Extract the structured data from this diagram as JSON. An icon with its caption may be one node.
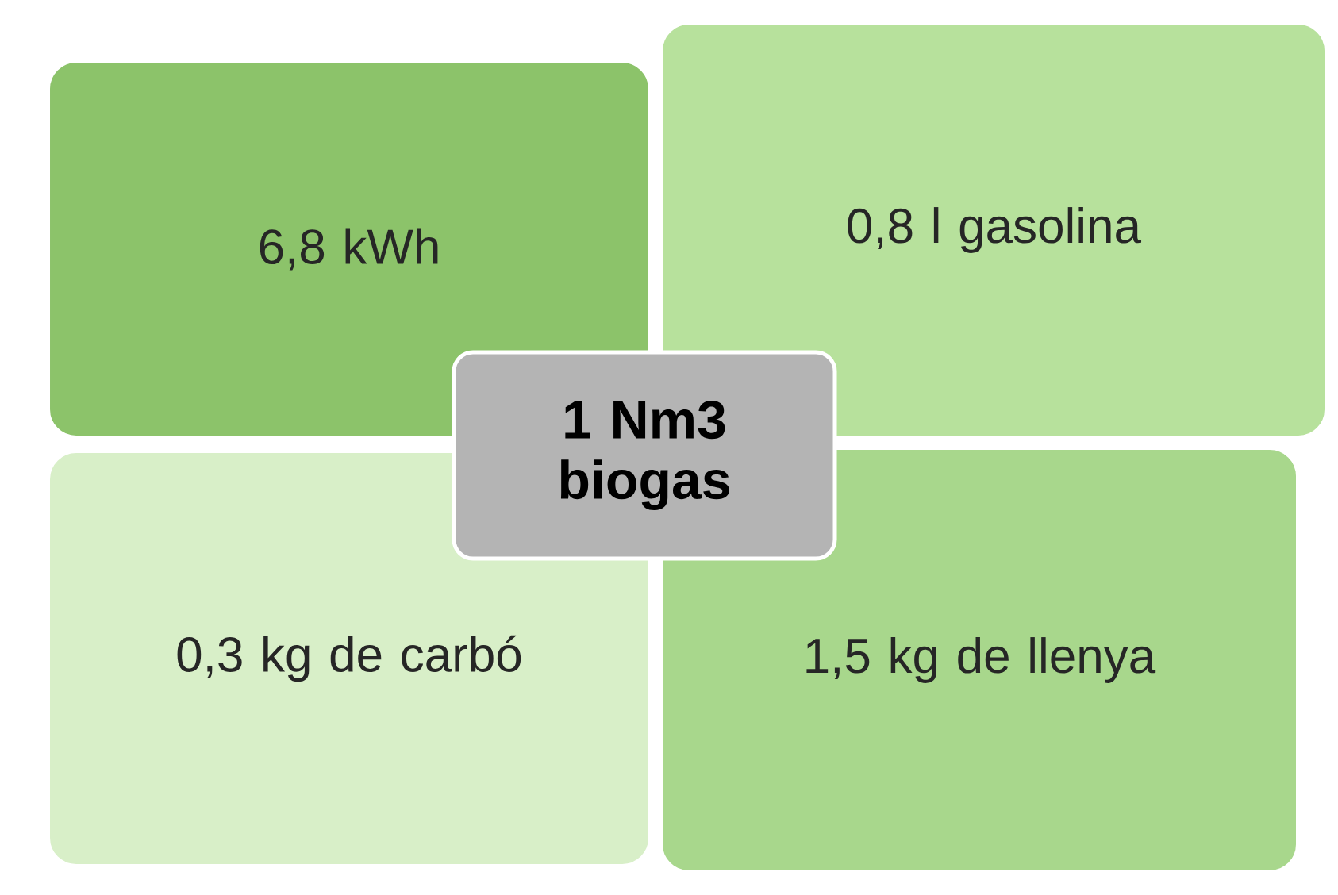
{
  "diagram": {
    "nodes": [
      {
        "text": [
          "6,8 kWh"
        ]
      },
      {
        "text": [
          "0,8 l gasolina"
        ]
      },
      {
        "text": [
          "1 Nm3 biogas"
        ]
      },
      {
        "text": [
          "0,3 kg de carbó"
        ]
      },
      {
        "text": [
          "1,5 kg de llenya"
        ]
      }
    ]
  }
}
